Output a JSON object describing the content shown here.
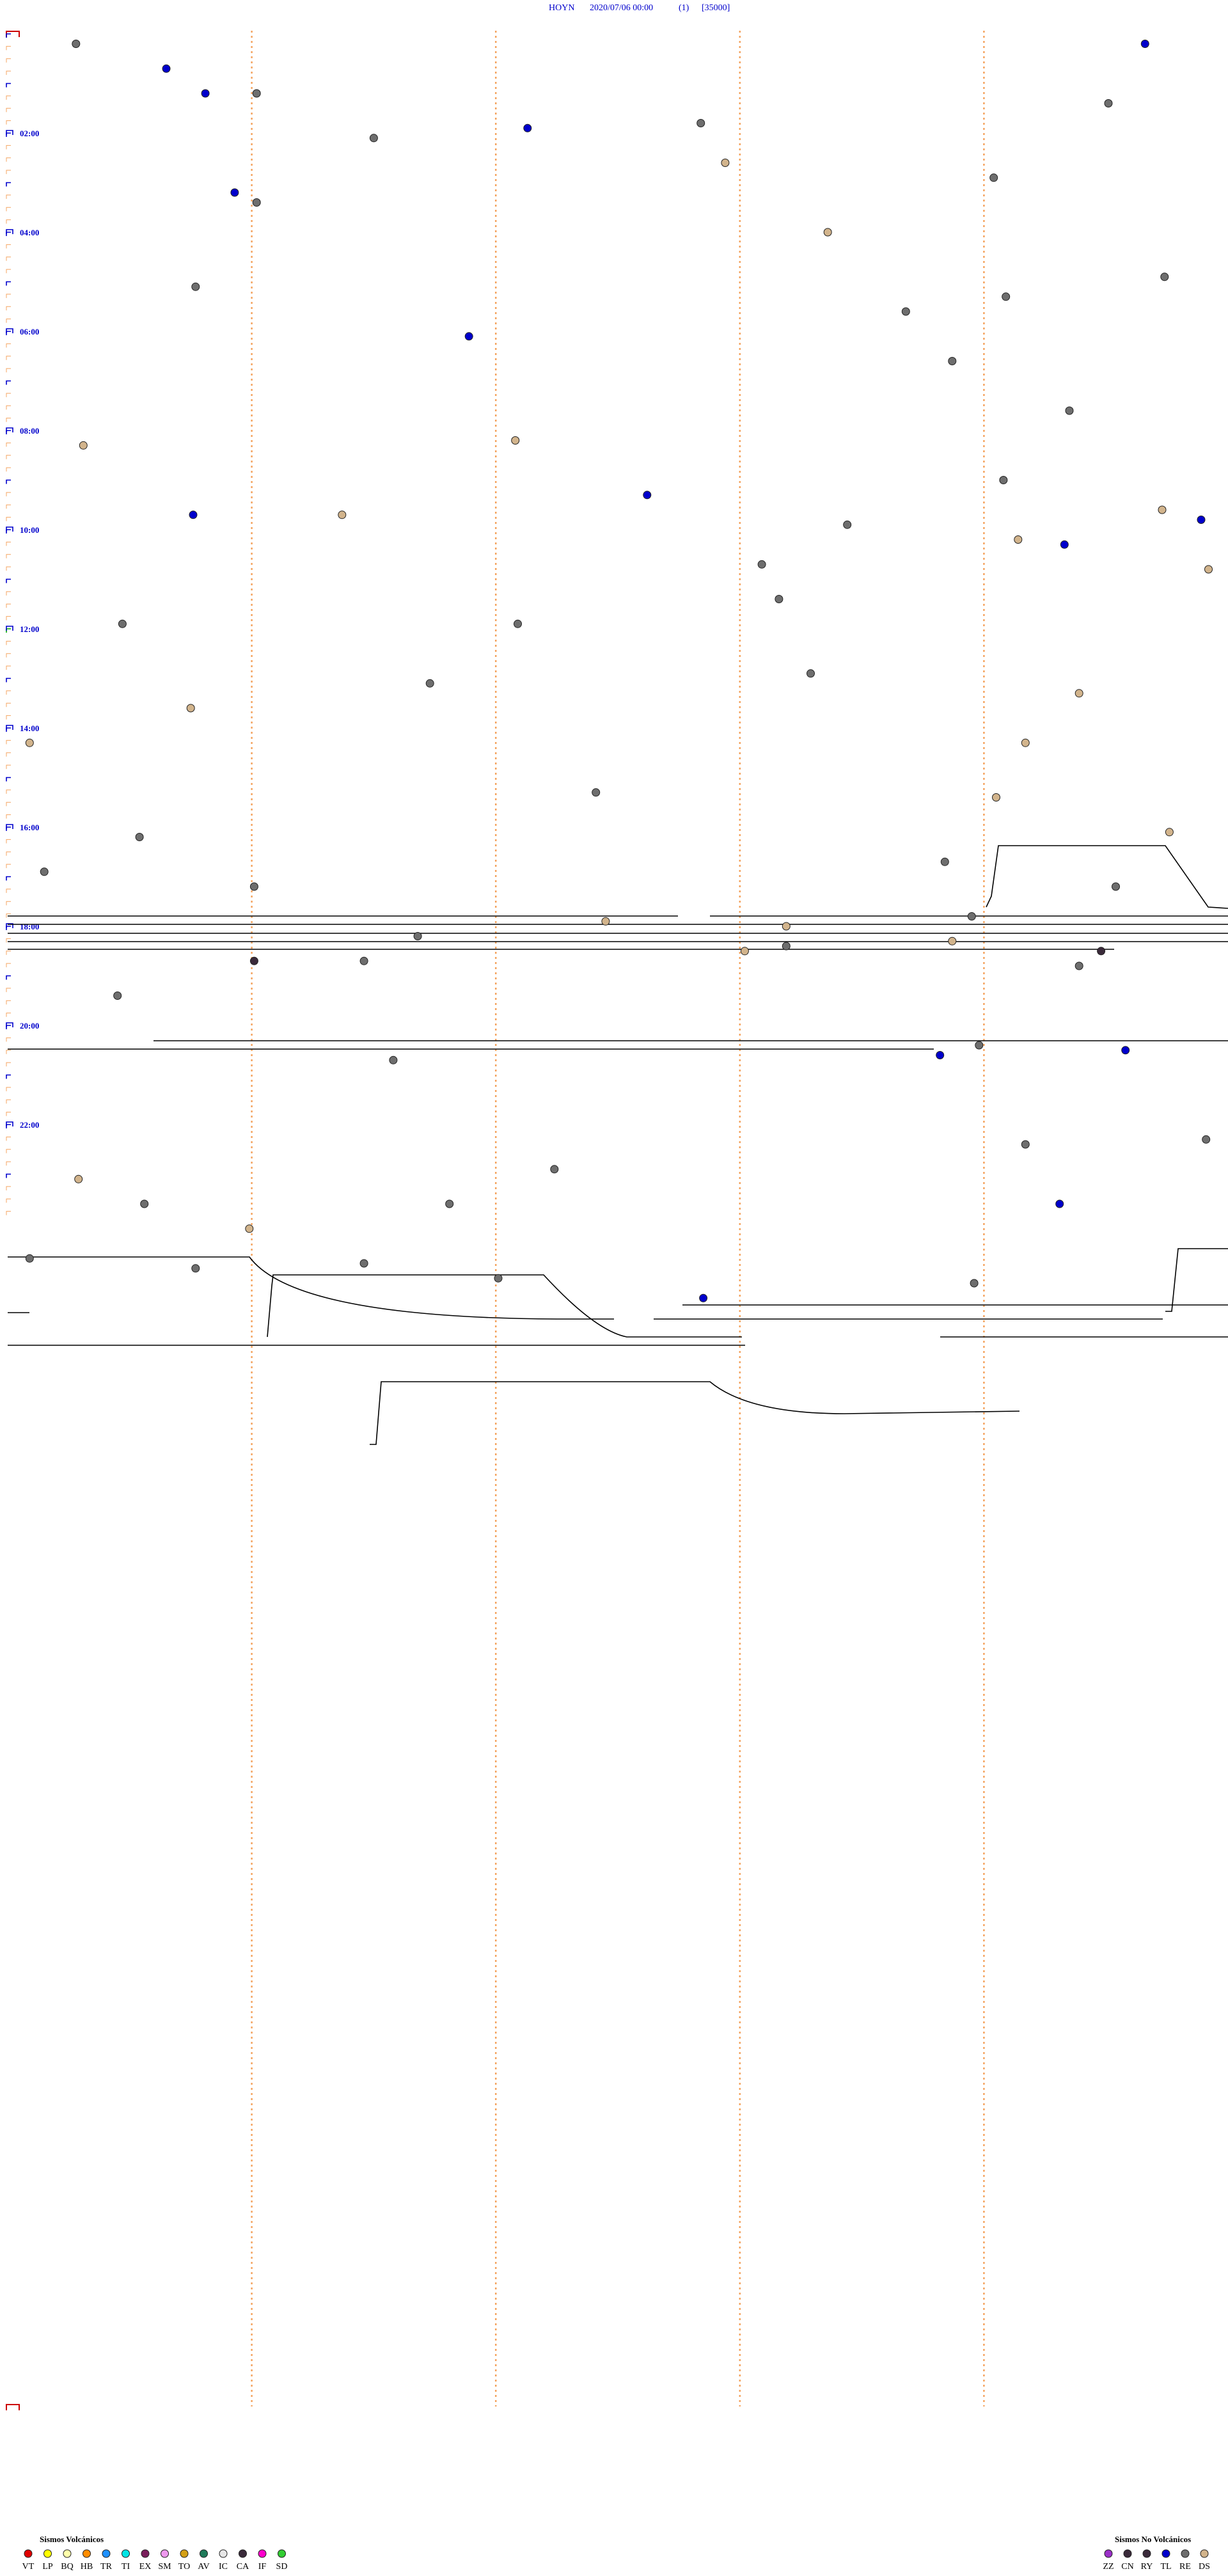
{
  "header": {
    "station": "HOYN",
    "datetime": "2020/07/06 00:00",
    "index": "(1)",
    "scale": "[35000]"
  },
  "colors": {
    "header": "#0000cc",
    "hour_label": "#0000cc",
    "vertical_marker": "#f4a460",
    "trace": "#000000"
  },
  "chart_data": {
    "type": "scatter",
    "hour_labels": [
      "02:00",
      "04:00",
      "06:00",
      "08:00",
      "10:00",
      "12:00",
      "14:00",
      "16:00",
      "18:00",
      "20:00",
      "22:00"
    ],
    "minute_markers": [
      10,
      20,
      30,
      40
    ],
    "points": [
      {
        "h": 0.2,
        "m": 2.8,
        "c": "#6e6e6e"
      },
      {
        "h": 0.2,
        "m": 46.6,
        "c": "#0000cc"
      },
      {
        "h": 0.7,
        "m": 6.5,
        "c": "#0000cc"
      },
      {
        "h": 1.2,
        "m": 8.1,
        "c": "#0000cc"
      },
      {
        "h": 1.2,
        "m": 10.2,
        "c": "#6e6e6e"
      },
      {
        "h": 1.4,
        "m": 45.1,
        "c": "#6e6e6e"
      },
      {
        "h": 1.8,
        "m": 28.4,
        "c": "#6e6e6e"
      },
      {
        "h": 1.9,
        "m": 21.3,
        "c": "#0000cc"
      },
      {
        "h": 2.1,
        "m": 15.0,
        "c": "#6e6e6e"
      },
      {
        "h": 2.6,
        "m": 29.4,
        "c": "#d2b48c"
      },
      {
        "h": 2.9,
        "m": 40.4,
        "c": "#6e6e6e"
      },
      {
        "h": 3.2,
        "m": 9.3,
        "c": "#0000cc"
      },
      {
        "h": 3.4,
        "m": 10.2,
        "c": "#6e6e6e"
      },
      {
        "h": 4.0,
        "m": 33.6,
        "c": "#d2b48c"
      },
      {
        "h": 4.9,
        "m": 47.4,
        "c": "#6e6e6e"
      },
      {
        "h": 5.1,
        "m": 7.7,
        "c": "#6e6e6e"
      },
      {
        "h": 5.3,
        "m": 40.9,
        "c": "#6e6e6e"
      },
      {
        "h": 5.6,
        "m": 36.8,
        "c": "#6e6e6e"
      },
      {
        "h": 6.1,
        "m": 18.9,
        "c": "#0000cc"
      },
      {
        "h": 6.6,
        "m": 38.7,
        "c": "#6e6e6e"
      },
      {
        "h": 7.6,
        "m": 43.5,
        "c": "#6e6e6e"
      },
      {
        "h": 8.2,
        "m": 20.8,
        "c": "#d2b48c"
      },
      {
        "h": 8.3,
        "m": 3.1,
        "c": "#d2b48c"
      },
      {
        "h": 9.0,
        "m": 40.8,
        "c": "#6e6e6e"
      },
      {
        "h": 9.3,
        "m": 26.2,
        "c": "#0000cc"
      },
      {
        "h": 9.6,
        "m": 47.3,
        "c": "#d2b48c"
      },
      {
        "h": 9.7,
        "m": 7.6,
        "c": "#0000cc"
      },
      {
        "h": 9.7,
        "m": 13.7,
        "c": "#d2b48c"
      },
      {
        "h": 9.8,
        "m": 48.9,
        "c": "#0000cc"
      },
      {
        "h": 9.9,
        "m": 34.4,
        "c": "#6e6e6e"
      },
      {
        "h": 10.2,
        "m": 41.4,
        "c": "#d2b48c"
      },
      {
        "h": 10.3,
        "m": 43.3,
        "c": "#0000cc"
      },
      {
        "h": 10.7,
        "m": 30.9,
        "c": "#6e6e6e"
      },
      {
        "h": 10.8,
        "m": 49.2,
        "c": "#d2b48c"
      },
      {
        "h": 11.4,
        "m": 31.6,
        "c": "#6e6e6e"
      },
      {
        "h": 11.9,
        "m": 4.7,
        "c": "#6e6e6e"
      },
      {
        "h": 11.9,
        "m": 20.9,
        "c": "#6e6e6e"
      },
      {
        "h": 12.9,
        "m": 32.9,
        "c": "#6e6e6e"
      },
      {
        "h": 13.1,
        "m": 17.3,
        "c": "#6e6e6e"
      },
      {
        "h": 13.3,
        "m": 43.9,
        "c": "#d2b48c"
      },
      {
        "h": 13.6,
        "m": 7.5,
        "c": "#d2b48c"
      },
      {
        "h": 14.3,
        "m": 0.9,
        "c": "#d2b48c"
      },
      {
        "h": 14.3,
        "m": 41.7,
        "c": "#d2b48c"
      },
      {
        "h": 15.3,
        "m": 24.1,
        "c": "#6e6e6e"
      },
      {
        "h": 15.4,
        "m": 40.5,
        "c": "#d2b48c"
      },
      {
        "h": 16.1,
        "m": 47.6,
        "c": "#d2b48c"
      },
      {
        "h": 16.2,
        "m": 5.4,
        "c": "#6e6e6e"
      },
      {
        "h": 16.7,
        "m": 38.4,
        "c": "#6e6e6e"
      },
      {
        "h": 16.9,
        "m": 1.5,
        "c": "#6e6e6e"
      },
      {
        "h": 17.2,
        "m": 10.1,
        "c": "#6e6e6e"
      },
      {
        "h": 17.2,
        "m": 45.4,
        "c": "#6e6e6e"
      },
      {
        "h": 17.8,
        "m": 39.5,
        "c": "#6e6e6e"
      },
      {
        "h": 17.9,
        "m": 24.5,
        "c": "#d2b48c"
      },
      {
        "h": 18.0,
        "m": 31.9,
        "c": "#d2b48c"
      },
      {
        "h": 18.2,
        "m": 16.8,
        "c": "#6e6e6e"
      },
      {
        "h": 18.3,
        "m": 38.7,
        "c": "#d2b48c"
      },
      {
        "h": 18.4,
        "m": 31.9,
        "c": "#6e6e6e"
      },
      {
        "h": 18.5,
        "m": 30.2,
        "c": "#d2b48c"
      },
      {
        "h": 18.5,
        "m": 44.8,
        "c": "#3a2a3a"
      },
      {
        "h": 18.7,
        "m": 10.1,
        "c": "#3a2a3a"
      },
      {
        "h": 18.7,
        "m": 14.6,
        "c": "#6e6e6e"
      },
      {
        "h": 18.8,
        "m": 43.9,
        "c": "#6e6e6e"
      },
      {
        "h": 19.4,
        "m": 4.5,
        "c": "#6e6e6e"
      },
      {
        "h": 20.4,
        "m": 39.8,
        "c": "#6e6e6e"
      },
      {
        "h": 20.5,
        "m": 45.8,
        "c": "#0000cc"
      },
      {
        "h": 20.6,
        "m": 38.2,
        "c": "#0000cc"
      },
      {
        "h": 20.7,
        "m": 15.8,
        "c": "#6e6e6e"
      },
      {
        "h": 22.3,
        "m": 49.1,
        "c": "#6e6e6e"
      },
      {
        "h": 22.4,
        "m": 41.7,
        "c": "#6e6e6e"
      },
      {
        "h": 22.9,
        "m": 22.4,
        "c": "#6e6e6e"
      },
      {
        "h": 23.1,
        "m": 2.9,
        "c": "#d2b48c"
      },
      {
        "h": 23.6,
        "m": 5.6,
        "c": "#6e6e6e"
      },
      {
        "h": 23.6,
        "m": 18.1,
        "c": "#6e6e6e"
      },
      {
        "h": 23.6,
        "m": 43.1,
        "c": "#0000cc"
      },
      {
        "h": 24.1,
        "m": 9.9,
        "c": "#d2b48c"
      },
      {
        "h": 24.7,
        "m": 0.9,
        "c": "#6e6e6e"
      },
      {
        "h": 24.8,
        "m": 14.6,
        "c": "#6e6e6e"
      },
      {
        "h": 24.9,
        "m": 7.7,
        "c": "#6e6e6e"
      },
      {
        "h": 25.1,
        "m": 20.1,
        "c": "#6e6e6e"
      },
      {
        "h": 25.2,
        "m": 39.6,
        "c": "#6e6e6e"
      },
      {
        "h": 25.5,
        "m": 28.5,
        "c": "#0000cc"
      }
    ],
    "legend_volcanic": {
      "title": "Sismos Volcánicos",
      "items": [
        {
          "code": "VT",
          "color": "#e00000"
        },
        {
          "code": "LP",
          "color": "#ffff00"
        },
        {
          "code": "BQ",
          "color": "#ffffaa"
        },
        {
          "code": "HB",
          "color": "#ff8c00"
        },
        {
          "code": "TR",
          "color": "#1e90ff"
        },
        {
          "code": "TI",
          "color": "#00e5e5"
        },
        {
          "code": "EX",
          "color": "#7a1f5c"
        },
        {
          "code": "SM",
          "color": "#ee99ee"
        },
        {
          "code": "TO",
          "color": "#d4a017"
        },
        {
          "code": "AV",
          "color": "#1f7a5a"
        },
        {
          "code": "IC",
          "color": "#e6e6e6"
        },
        {
          "code": "CA",
          "color": "#3a2a3a"
        },
        {
          "code": "IF",
          "color": "#ff00cc"
        },
        {
          "code": "SD",
          "color": "#32cd32"
        }
      ]
    },
    "legend_non_volcanic": {
      "title": "Sismos No Volcánicos",
      "items": [
        {
          "code": "ZZ",
          "color": "#9b30c8"
        },
        {
          "code": "CN",
          "color": "#3a2a3a"
        },
        {
          "code": "RY",
          "color": "#3a2a3a"
        },
        {
          "code": "TL",
          "color": "#0000cc"
        },
        {
          "code": "RE",
          "color": "#6e6e6e"
        },
        {
          "code": "DS",
          "color": "#d2b48c"
        }
      ]
    }
  }
}
